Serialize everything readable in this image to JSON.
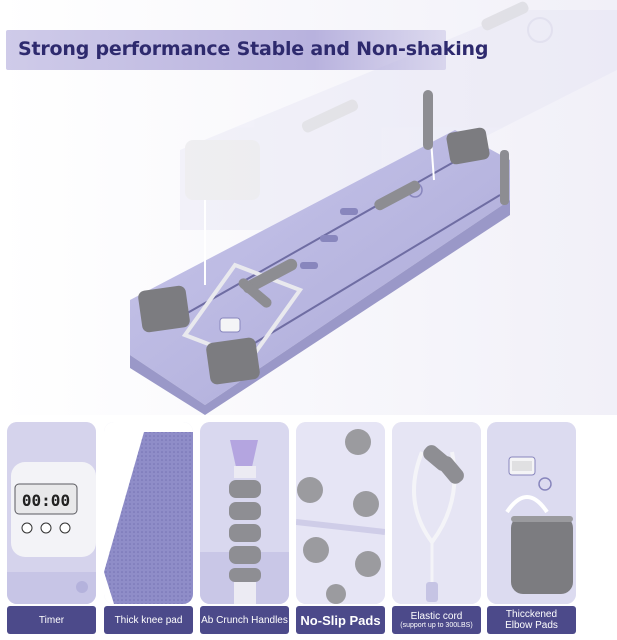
{
  "headline": "Strong performance Stable and Non-shaking",
  "features": [
    {
      "label": "Timer",
      "sublabel": ""
    },
    {
      "label": "Thick knee pad",
      "sublabel": ""
    },
    {
      "label": "Ab Crunch Handles",
      "sublabel": ""
    },
    {
      "label": "No-Slip Pads",
      "sublabel": ""
    },
    {
      "label": "Elastic cord",
      "sublabel": "(support up to 300LBS)"
    },
    {
      "label": "Thicckened",
      "sublabel": "Elbow Pads"
    }
  ],
  "timer_display": "00:00",
  "colors": {
    "banner_text": "#2e2a6e",
    "caption_bg": "#4c4a8a",
    "board_lavender": "#b9b8e0",
    "pad_gray": "#7c7c80"
  }
}
